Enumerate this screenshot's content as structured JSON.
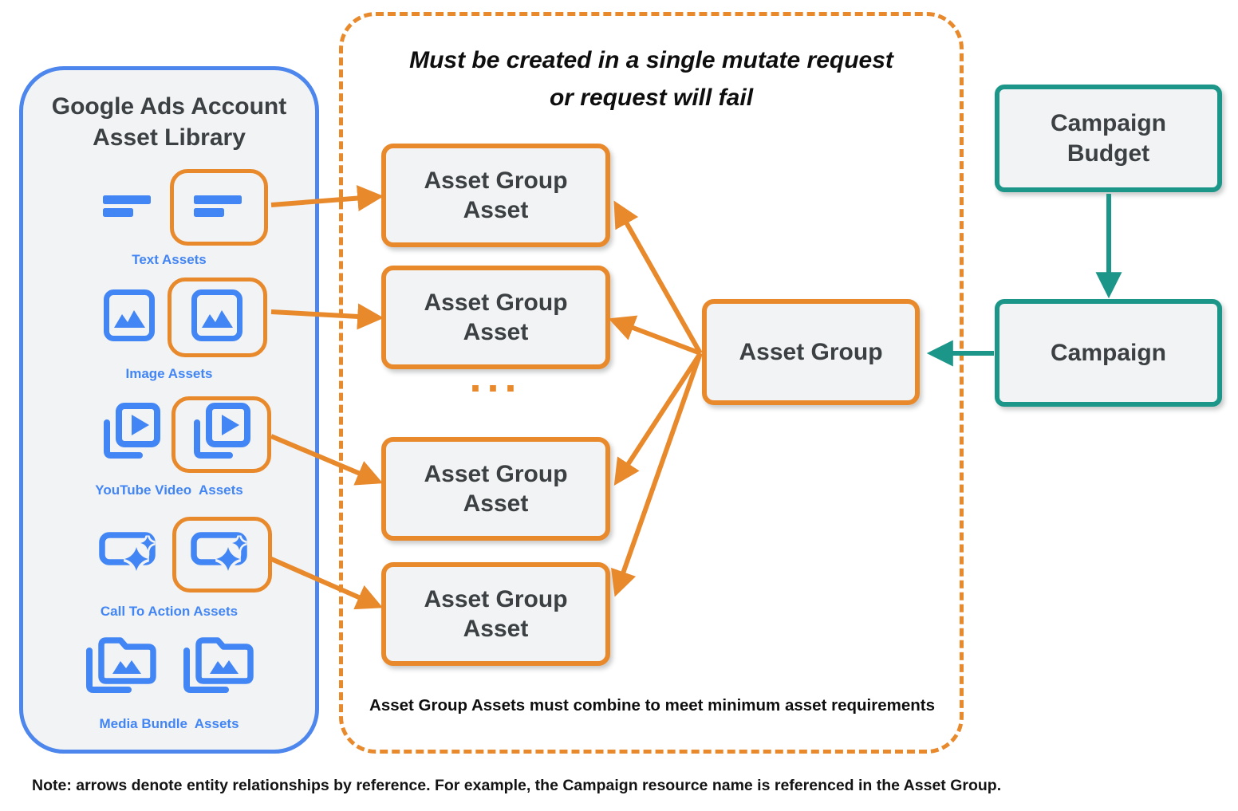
{
  "palette": {
    "orange": "#E8892B",
    "teal": "#1B9688",
    "panel_blue": "#4D86EC",
    "icon_blue": "#4285F4",
    "box_fill": "#F1F3F4",
    "text_dark": "#3C4043",
    "text_black": "#0E0E0E"
  },
  "asset_library": {
    "title": "Google Ads Account Asset Library",
    "groups": [
      {
        "label": "Text Assets",
        "icon": "text-lines-icon"
      },
      {
        "label": "Image Assets",
        "icon": "image-icon"
      },
      {
        "label": "YouTube Video  Assets",
        "icon": "video-play-icon"
      },
      {
        "label": "Call To Action Assets",
        "icon": "cta-sparkle-icon"
      },
      {
        "label": "Media Bundle  Assets",
        "icon": "media-bundle-icon"
      }
    ]
  },
  "mutate_container": {
    "title_line1": "Must be created in a single mutate request",
    "title_line2": "or request will fail",
    "boxes": [
      "Asset Group Asset",
      "Asset Group Asset",
      "Asset Group Asset",
      "Asset Group Asset"
    ],
    "ellipsis": "...",
    "footnote": "Asset Group Assets must combine to meet minimum asset requirements"
  },
  "entities": {
    "asset_group": "Asset Group",
    "campaign_budget": "Campaign Budget",
    "campaign": "Campaign"
  },
  "note": "Note: arrows denote entity relationships by reference. For example, the Campaign resource name is referenced in the Asset Group."
}
